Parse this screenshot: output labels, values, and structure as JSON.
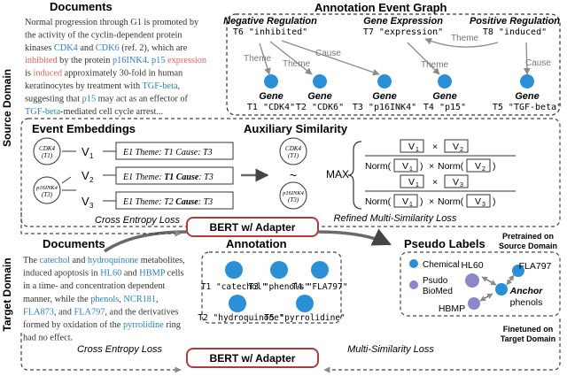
{
  "colors": {
    "node_blue": "#2b8fd8",
    "node_purple": "#8b87c9",
    "edge_gray": "#8b8b8b",
    "bert_border": "#b33a3a",
    "blue_text": "#2b7fc8",
    "red_text": "#e0625a"
  },
  "labels": {
    "source_domain": "Source Domain",
    "target_domain": "Target Domain",
    "pretrained": [
      "Pretrained on",
      "Source Domain"
    ],
    "finetuned": [
      "Finetuned on",
      "Target Domain"
    ]
  },
  "source_doc": {
    "title": "Documents",
    "lines": [
      [
        {
          "t": "Normal progression through G1 is promoted by"
        }
      ],
      [
        {
          "t": "the activity of the cyclin-dependent protein"
        }
      ],
      [
        {
          "t": "kinases "
        },
        {
          "t": "CDK4",
          "c": "blue"
        },
        {
          "t": " and "
        },
        {
          "t": "CDK6",
          "c": "blue"
        },
        {
          "t": " (ref. 2), which are"
        }
      ],
      [
        {
          "t": "inhibited",
          "c": "red"
        },
        {
          "t": " by the protein "
        },
        {
          "t": "p16INK4",
          "c": "blue"
        },
        {
          "t": ". "
        },
        {
          "t": "p15",
          "c": "blue"
        },
        {
          "t": " "
        },
        {
          "t": "expression",
          "c": "red"
        }
      ],
      [
        {
          "t": "is "
        },
        {
          "t": "induced",
          "c": "red"
        },
        {
          "t": " approximately 30-fold in human"
        }
      ],
      [
        {
          "t": "keratinocytes by treatment with "
        },
        {
          "t": "TGF-beta",
          "c": "blue"
        },
        {
          "t": ","
        }
      ],
      [
        {
          "t": "suggesting that "
        },
        {
          "t": "p15",
          "c": "blue"
        },
        {
          "t": " may act as an effector of"
        }
      ],
      [
        {
          "t": "TGF-beta",
          "c": "blue"
        },
        {
          "t": "-mediated cell cycle arrest..."
        }
      ]
    ]
  },
  "event_graph": {
    "title": "Annotation Event Graph",
    "triggers": [
      {
        "type": "Negative Regulation",
        "label": "T6 \"inhibited\""
      },
      {
        "type": "Gene Expression",
        "label": "T7 \"expression\""
      },
      {
        "type": "Positive Regulation",
        "label": "T8 \"induced\""
      }
    ],
    "genes": [
      {
        "type": "Gene",
        "label": "T1 \"CDK4\""
      },
      {
        "type": "Gene",
        "label": "T2 \"CDK6\""
      },
      {
        "type": "Gene",
        "label": "T3 \"p16INK4\""
      },
      {
        "type": "Gene",
        "label": "T4 \"p15\""
      },
      {
        "type": "Gene",
        "label": "T5 \"TGF-beta\""
      }
    ],
    "edges": [
      "Theme",
      "Theme",
      "Cause",
      "Theme",
      "Theme",
      "Cause"
    ]
  },
  "event_embeddings": {
    "title": "Event Embeddings",
    "nodes": [
      [
        "CDK4",
        "(T1)"
      ],
      [
        "p16INK4",
        "(T3)"
      ]
    ],
    "vectors": [
      "V",
      "V",
      "V"
    ],
    "events": [
      [
        {
          "t": "E1 "
        },
        {
          "t": "Theme",
          "i": 1
        },
        {
          "t": ": "
        },
        {
          "t": "T1",
          "i": 1
        },
        {
          "t": " "
        },
        {
          "t": "Cause",
          "i": 1
        },
        {
          "t": ": "
        },
        {
          "t": "T3",
          "i": 1
        }
      ],
      [
        {
          "t": "E1 "
        },
        {
          "t": "Theme",
          "i": 1
        },
        {
          "t": ": "
        },
        {
          "t": "T1",
          "b": 1
        },
        {
          "t": " "
        },
        {
          "t": "Cause",
          "b": 1
        },
        {
          "t": ": "
        },
        {
          "t": "T3",
          "i": 1
        }
      ],
      [
        {
          "t": "E1 "
        },
        {
          "t": "Theme",
          "i": 1
        },
        {
          "t": ": "
        },
        {
          "t": "T2",
          "i": 1
        },
        {
          "t": " "
        },
        {
          "t": "Cause",
          "b": 1
        },
        {
          "t": ": "
        },
        {
          "t": "T3",
          "i": 1
        }
      ]
    ],
    "loss": "Cross Entropy Loss"
  },
  "aux_similarity": {
    "title": "Auxiliary Similarity",
    "nodes": [
      [
        "CDK4",
        "(T1)"
      ],
      [
        "p16INK4",
        "(T3)"
      ]
    ],
    "tilde": "~",
    "max": "MAX",
    "v": "V",
    "norm": "Norm(",
    "close": ")",
    "times": "×",
    "loss": "Refined Multi-Similarity Loss"
  },
  "bert": {
    "label": "BERT w/ Adapter"
  },
  "target_doc": {
    "title": "Documents",
    "lines": [
      [
        {
          "t": "The "
        },
        {
          "t": "catechol",
          "c": "blue"
        },
        {
          "t": " and "
        },
        {
          "t": "hydroquinone",
          "c": "blue"
        },
        {
          "t": " metabolites,"
        }
      ],
      [
        {
          "t": "induced apoptosis in "
        },
        {
          "t": "HL60",
          "c": "blue"
        },
        {
          "t": " and "
        },
        {
          "t": "HBMP",
          "c": "blue"
        },
        {
          "t": " cells"
        }
      ],
      [
        {
          "t": "in a time- and concentration dependent"
        }
      ],
      [
        {
          "t": "manner, while the "
        },
        {
          "t": "phenols",
          "c": "blue"
        },
        {
          "t": ", "
        },
        {
          "t": "NCR181",
          "c": "blue"
        },
        {
          "t": ","
        }
      ],
      [
        {
          "t": "FLA873",
          "c": "blue"
        },
        {
          "t": ", and "
        },
        {
          "t": "FLA797",
          "c": "blue"
        },
        {
          "t": ", and the derivatives"
        }
      ],
      [
        {
          "t": "formed by oxidation of the "
        },
        {
          "t": "pyrrolidine",
          "c": "blue"
        },
        {
          "t": " ring"
        }
      ],
      [
        {
          "t": "had no effect."
        }
      ]
    ],
    "loss": "Cross Entropy Loss"
  },
  "annotation": {
    "title": "Annotation",
    "items": [
      "T1 \"catechol\"",
      "T3 \"phenols\"",
      "T4 \"FLA797\"",
      "T2 \"hydroquinone\"",
      "T5 \"pyrrolidine\""
    ]
  },
  "pseudo": {
    "title": "Pseudo Labels",
    "legend": [
      "Chemical",
      "Psudo",
      "BioMed"
    ],
    "nodes": [
      "HL60",
      "FLA797",
      "HBMP",
      "Anchor",
      "phenols"
    ],
    "loss": "Multi-Similarity Loss"
  }
}
